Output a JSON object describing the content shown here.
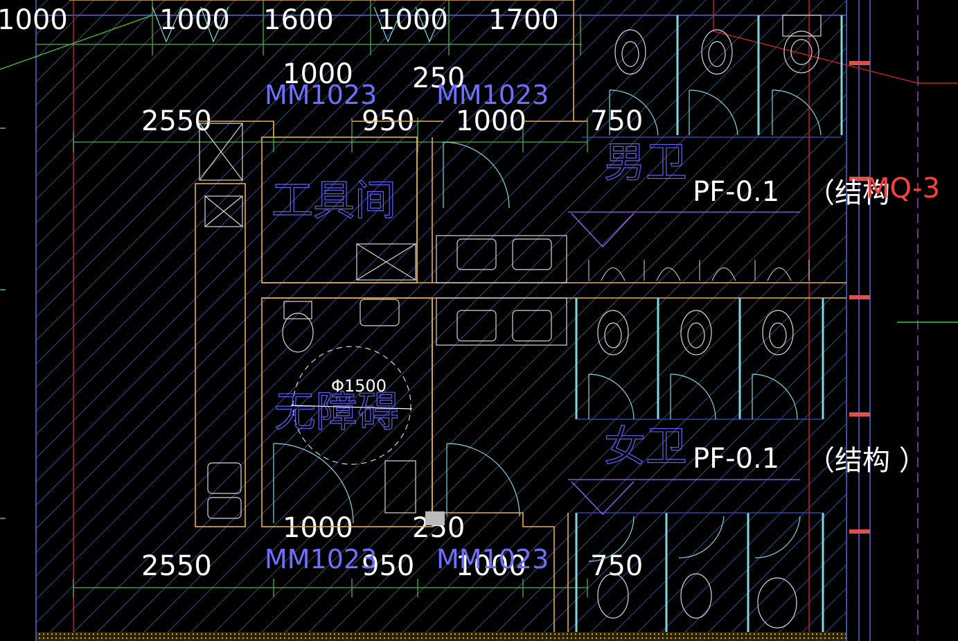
{
  "colors": {
    "background": "#000000",
    "hatch": "#5a7fd6",
    "dim_line": "#4caf50",
    "dim_text": "#ffffff",
    "door_label": "#6f6fff",
    "wall": "#e8b04a",
    "partition": "#7fd8e0",
    "grid_red": "#ff3030",
    "fixture": "#d8d8d8",
    "room_label": "#6060ff"
  },
  "top_dims": [
    "1000",
    "1000",
    "1600",
    "1000",
    "1700"
  ],
  "row2_dims": [
    "1000",
    "250"
  ],
  "row3_dims": [
    "2550",
    "950",
    "1000",
    "750"
  ],
  "bottom_row1": [
    "1000",
    "250"
  ],
  "bottom_row2": [
    "2550",
    "950",
    "1000",
    "750"
  ],
  "door_labels": [
    "MM1023",
    "MM1023",
    "MM1023",
    "MM1023"
  ],
  "rooms": {
    "tool_room": "工具间",
    "men": "男卫",
    "women": "女卫",
    "accessible": "无障碍"
  },
  "notes": {
    "men_floor": "PF-0.1",
    "men_struct": "（结构",
    "wall_tag": "MQ-3",
    "women_floor": "PF-0.1",
    "women_struct": "（结构 ）",
    "turning_circle": "Φ1500"
  }
}
